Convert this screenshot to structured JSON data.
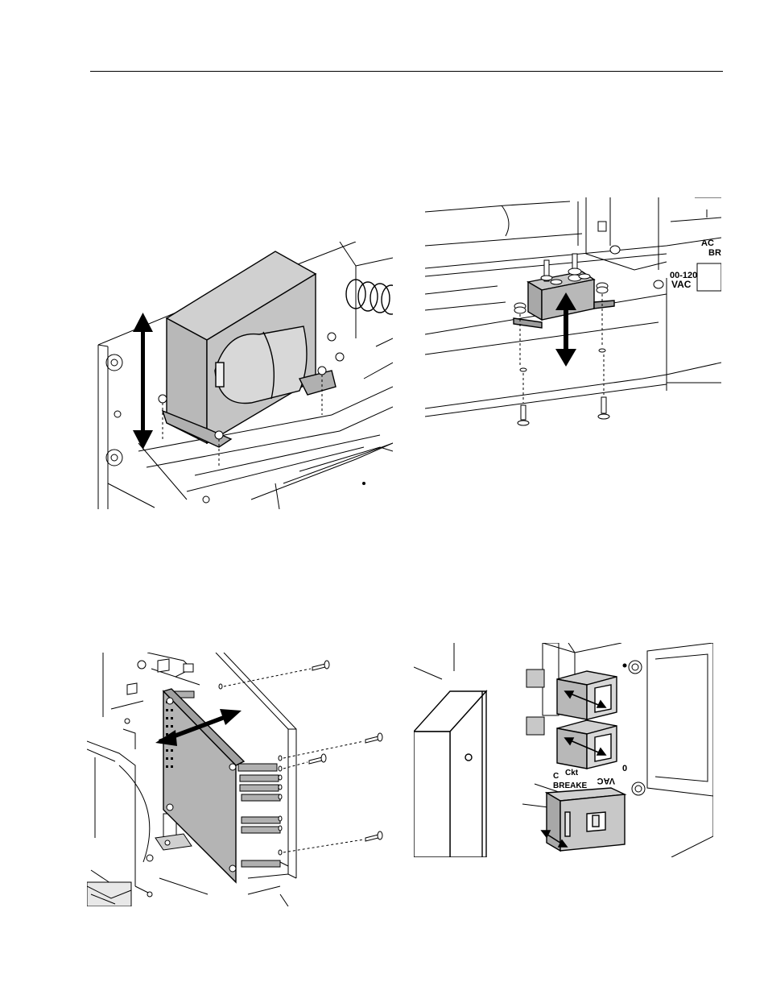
{
  "figures": {
    "fig2": {
      "label_ac_line1": "AC",
      "label_ac_line2": "BR",
      "label_vac_line1": "00-120",
      "label_vac_line2": "VAC"
    },
    "fig4": {
      "label_c": "C",
      "label_ckt": "Ckt",
      "label_breaker": "BREAKE",
      "label_vac": "VAC",
      "label_o": "0"
    }
  }
}
